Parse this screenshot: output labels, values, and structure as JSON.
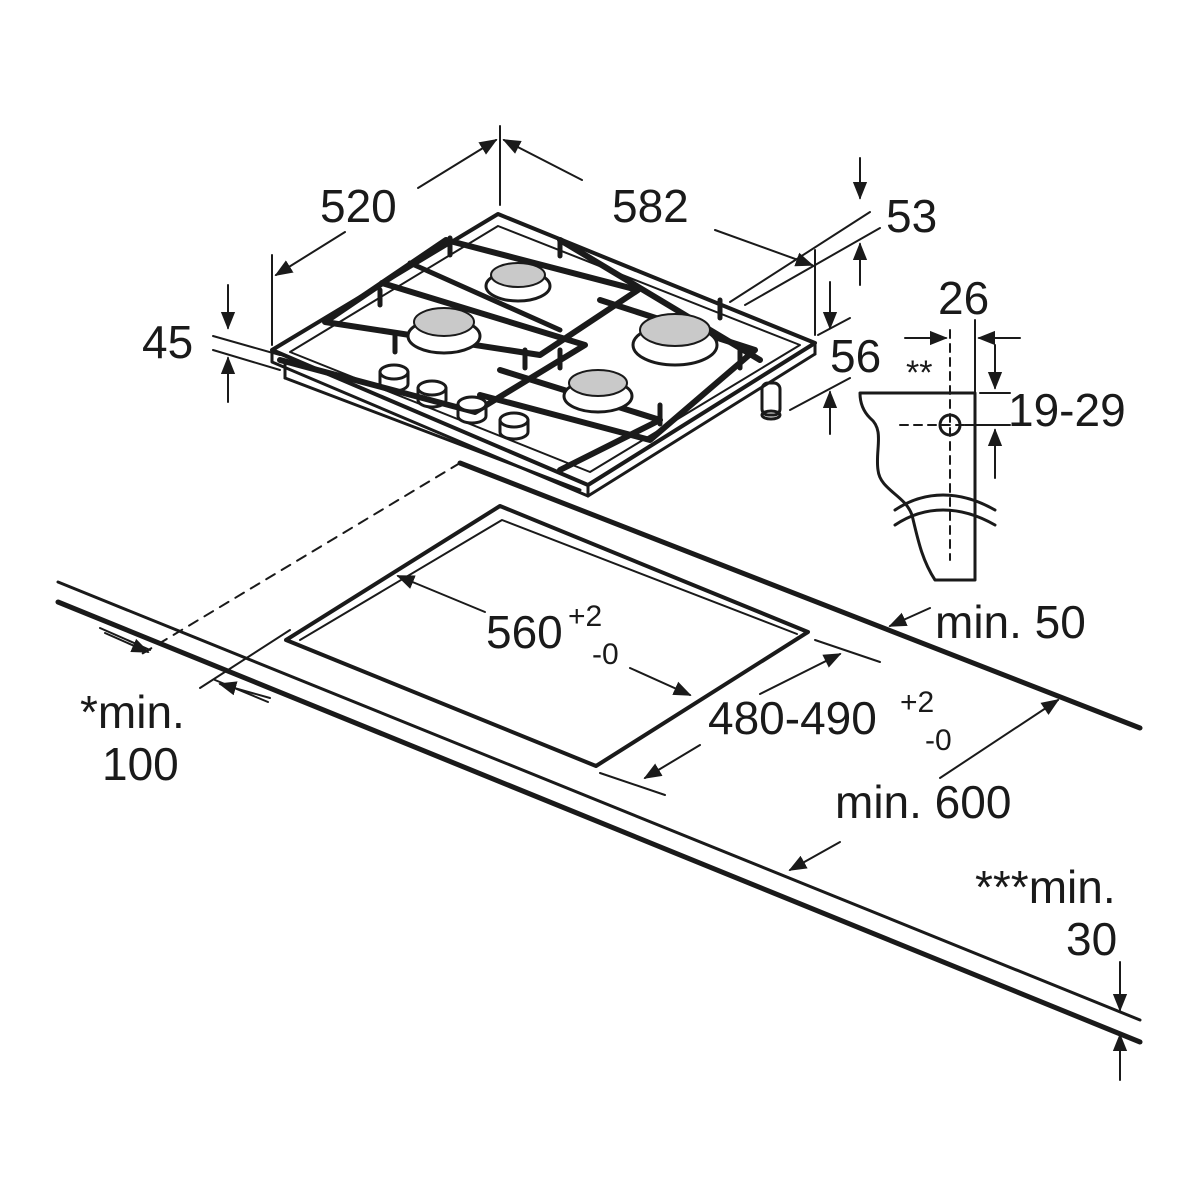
{
  "dimensions": {
    "width": "520",
    "depth": "582",
    "thickness_front": "45",
    "clearance_top": "53",
    "height_with_pan": "56",
    "connector_offset": "26",
    "double_star": "**",
    "connector_height": "19-29",
    "min_50": "min. 50",
    "cutout_width_base": "560",
    "cutout_width_plus": "+2",
    "cutout_width_minus": "-0",
    "cutout_depth_base": "480-490",
    "cutout_depth_plus": "+2",
    "cutout_depth_minus": "-0",
    "min_100_line1": "*min.",
    "min_100_line2": "100",
    "min_600": "min. 600",
    "min_30_line1": "***min.",
    "min_30_line2": "30"
  },
  "parts": {
    "hob": "gas-hob",
    "burners": 4,
    "knobs": 4,
    "worktop": "worktop",
    "cutout": "cutout",
    "connector_detail": "gas-connector-profile"
  }
}
